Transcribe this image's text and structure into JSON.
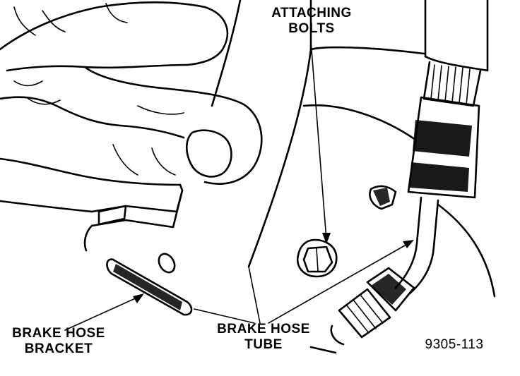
{
  "labels": {
    "attaching_bolts_line1": "ATTACHING",
    "attaching_bolts_line2": "BOLTS",
    "brake_hose_bracket_line1": "BRAKE HOSE",
    "brake_hose_bracket_line2": "BRACKET",
    "brake_hose_tube_line1": "BRAKE HOSE",
    "brake_hose_tube_line2": "TUBE"
  },
  "figure_number": "9305-113",
  "colors": {
    "ink": "#000000",
    "paper": "#ffffff"
  }
}
